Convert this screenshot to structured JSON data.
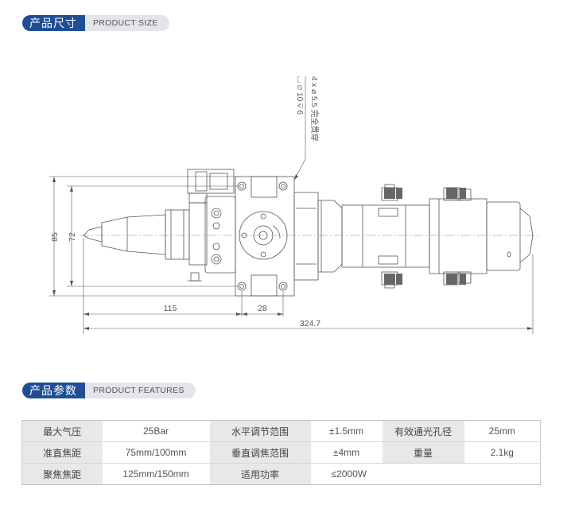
{
  "size_section": {
    "title": "产品尺寸",
    "subtitle": "PRODUCT SIZE"
  },
  "drawing": {
    "hole_note_line1": "4 x  ⌀ 5.5 完全贯穿",
    "hole_note_line2": "⌴ ⌀ 10 ⊽ 6",
    "dim_height_outer": "85",
    "dim_height_inner": "72",
    "dim_width_nozzle": "115",
    "dim_width_mount": "28",
    "dim_total_length": "324.7"
  },
  "features_section": {
    "title": "产品参数",
    "subtitle": "PRODUCT FEATURES"
  },
  "specs": {
    "rows": [
      [
        {
          "k": "最大气压",
          "v": "25Bar"
        },
        {
          "k": "水平调节范围",
          "v": "±1.5mm"
        },
        {
          "k": "有效通光孔径",
          "v": "25mm"
        }
      ],
      [
        {
          "k": "准直焦距",
          "v": "75mm/100mm"
        },
        {
          "k": "垂直调焦范围",
          "v": "±4mm"
        },
        {
          "k": "重量",
          "v": "2.1kg"
        }
      ],
      [
        {
          "k": "聚焦焦距",
          "v": "125mm/150mm"
        },
        {
          "k": "适用功率",
          "v": "≤2000W"
        }
      ]
    ]
  }
}
